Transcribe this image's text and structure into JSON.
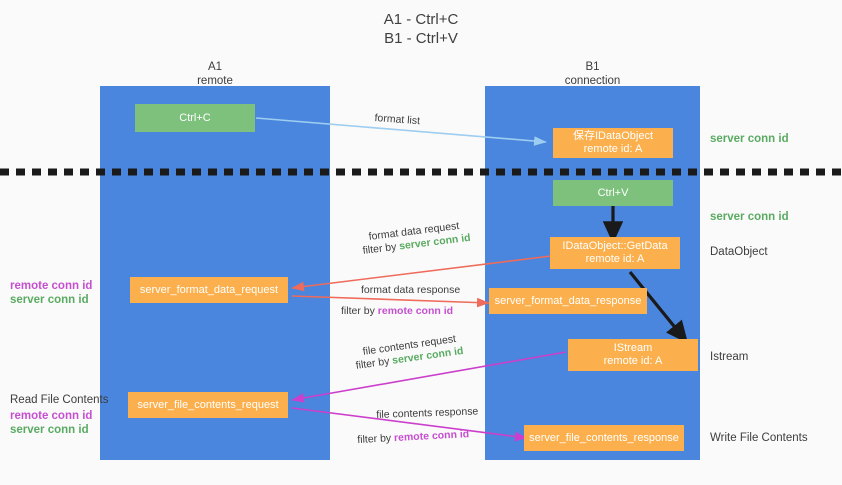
{
  "title": "A1 - Ctrl+C\nB1 - Ctrl+V",
  "columns": [
    {
      "name": "A1",
      "sub": "remote",
      "label": "A1\nremote"
    },
    {
      "name": "B1",
      "sub": "connection",
      "label": "B1\nconnection"
    }
  ],
  "nodes": {
    "ctrl_c": "Ctrl+C",
    "ctrl_v": "Ctrl+V",
    "save_idataobject": "保存IDataObject\nremote id: A",
    "idataobject_getdata": "IDataObject::GetData\nremote id: A",
    "istream": "IStream\nremote id: A",
    "server_format_data_request": "server_format_data_request",
    "server_format_data_response": "server_format_data_response",
    "server_file_contents_request": "server_file_contents_request",
    "server_file_contents_response": "server_file_contents_response"
  },
  "right_labels": {
    "server_conn_id_1": "server conn id",
    "server_conn_id_2": "server conn id",
    "dataobject": "DataObject",
    "istream": "Istream",
    "write_file_contents": "Write File Contents"
  },
  "left_labels": {
    "remote_conn_id_1": "remote conn id",
    "server_conn_id_1": "server conn id",
    "read_file_contents": "Read File Contents",
    "remote_conn_id_2": "remote conn id",
    "server_conn_id_2": "server conn id"
  },
  "edge_labels": {
    "format_list": "format list",
    "format_data_request": "format data request",
    "format_data_request_filter_prefix": "filter by ",
    "format_data_request_filter_value": "server conn id",
    "format_data_response": "format data response",
    "format_data_response_filter_prefix": "filter by ",
    "format_data_response_filter_value": "remote conn id",
    "file_contents_request": "file contents request",
    "file_contents_request_filter_prefix": "filter by ",
    "file_contents_request_filter_value": "server conn id",
    "file_contents_response": "file contents response",
    "file_contents_response_filter_prefix": "filter by ",
    "file_contents_response_filter_value": "remote conn id"
  },
  "colors": {
    "lane": "#4a86dd",
    "node_orange": "#fbb04d",
    "node_green": "#7dc17d",
    "green_text": "#5aab62",
    "purple_text": "#c64fd0",
    "arrow_lightblue": "#9dcdf0",
    "arrow_red": "#ef6b5b",
    "arrow_magenta": "#cc3fcc",
    "arrow_black": "#1a1a1a",
    "background": "#fafafa"
  }
}
